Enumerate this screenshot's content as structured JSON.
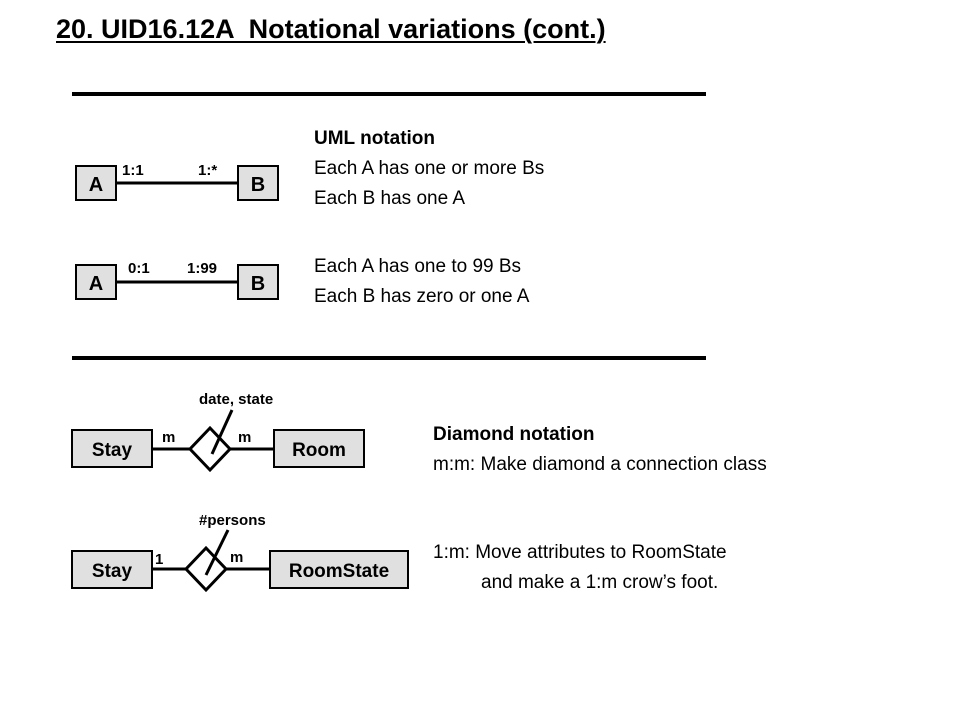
{
  "slide": {
    "title": "20. UID16.12A  Notational variations (cont.)"
  },
  "uml": {
    "diagram1": {
      "left_box": "A",
      "right_box": "B",
      "left_mult": "1:1",
      "right_mult": "1:*"
    },
    "diagram2": {
      "left_box": "A",
      "right_box": "B",
      "left_mult": "0:1",
      "right_mult": "1:99"
    },
    "heading": "UML notation",
    "lines1": [
      "Each A has one or more Bs",
      "Each B has one A"
    ],
    "lines2": [
      "Each A has one to 99 Bs",
      "Each B has zero or one A"
    ]
  },
  "diamond": {
    "diagram1": {
      "left_box": "Stay",
      "right_box": "Room",
      "left_mult": "m",
      "right_mult": "m",
      "attribute": "date, state"
    },
    "diagram2": {
      "left_box": "Stay",
      "right_box": "RoomState",
      "left_mult": "1",
      "right_mult": "m",
      "attribute": "#persons"
    },
    "heading": "Diamond notation",
    "line1": "m:m: Make diamond a connection class",
    "line2a": "1:m: Move attributes to RoomState",
    "line2b": "and make a 1:m crow’s foot."
  },
  "colors": {
    "box_fill": "#e0e0e0",
    "stroke": "#000000"
  }
}
